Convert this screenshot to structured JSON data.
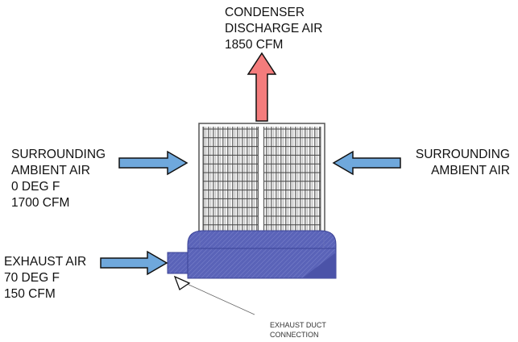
{
  "labels": {
    "discharge": [
      "CONDENSER",
      "DISCHARGE AIR",
      "1850 CFM"
    ],
    "ambient_left": [
      "SURROUNDING",
      "AMBIENT AIR",
      "0 DEG F",
      "1700 CFM"
    ],
    "ambient_right": [
      "SURROUNDING",
      "AMBIENT AIR"
    ],
    "exhaust": [
      "EXHAUST AIR",
      "70 DEG F",
      "150 CFM"
    ],
    "duct_callout": [
      "EXHAUST DUCT",
      "CONNECTION"
    ]
  },
  "colors": {
    "discharge_arrow": "#f47c7c",
    "intake_arrow": "#6fa8dc",
    "base_unit": "#5a63b8",
    "coil_frame": "#555555"
  }
}
